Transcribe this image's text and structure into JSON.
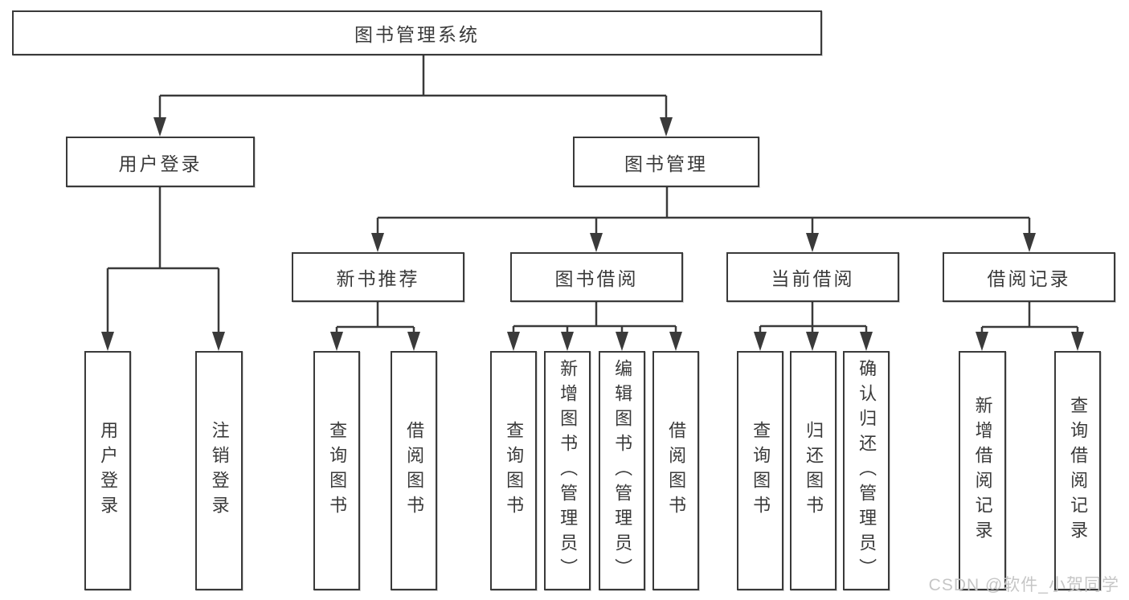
{
  "colors": {
    "line": "#3a3a3a",
    "text": "#3a3a3a",
    "watermark": "#c6c6c6",
    "background": "#ffffff"
  },
  "org_tree": {
    "label": "图书管理系统",
    "children": [
      {
        "label": "用户登录",
        "children": [
          {
            "label": "用户登录"
          },
          {
            "label": "注销登录"
          }
        ]
      },
      {
        "label": "图书管理",
        "children": [
          {
            "label": "新书推荐",
            "children": [
              {
                "label": "查询图书"
              },
              {
                "label": "借阅图书"
              }
            ]
          },
          {
            "label": "图书借阅",
            "children": [
              {
                "label": "查询图书"
              },
              {
                "label": "新增图书（管理员）"
              },
              {
                "label": "编辑图书（管理员）"
              },
              {
                "label": "借阅图书"
              }
            ]
          },
          {
            "label": "当前借阅",
            "children": [
              {
                "label": "查询图书"
              },
              {
                "label": "归还图书"
              },
              {
                "label": "确认归还（管理员）"
              }
            ]
          },
          {
            "label": "借阅记录",
            "children": [
              {
                "label": "新增借阅记录"
              },
              {
                "label": "查询借阅记录"
              }
            ]
          }
        ]
      }
    ]
  },
  "watermark": {
    "text": "CSDN @软件_小贺同学"
  }
}
